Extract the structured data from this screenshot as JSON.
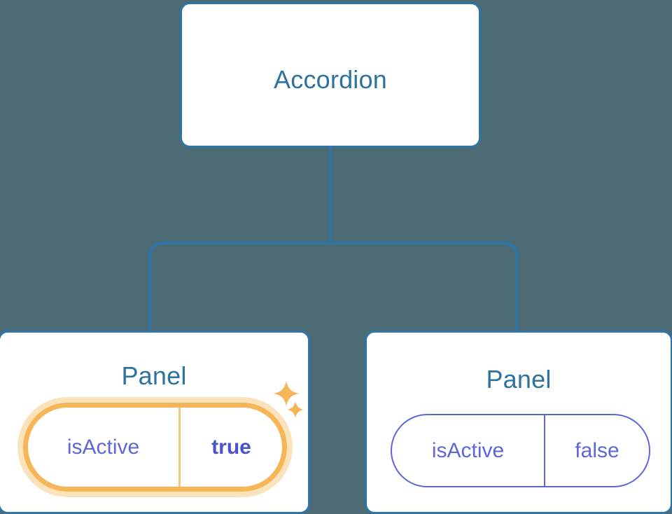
{
  "diagram": {
    "type": "component-tree",
    "background_color": "#4d6b74",
    "node_border_color": "#2e76a8",
    "node_title_color": "#2e72a0",
    "connector_color": "#2e76a8",
    "prop_color": "#5d67d8",
    "highlight_color": "#f6b557",
    "highlight_glow_color": "#fae3bb"
  },
  "root": {
    "title": "Accordion"
  },
  "children": [
    {
      "title": "Panel",
      "prop": {
        "key": "isActive",
        "value": "true"
      },
      "highlighted": true,
      "sparkles": {
        "large": "sparkle-large",
        "small": "sparkle-small"
      }
    },
    {
      "title": "Panel",
      "prop": {
        "key": "isActive",
        "value": "false"
      },
      "highlighted": false
    }
  ]
}
